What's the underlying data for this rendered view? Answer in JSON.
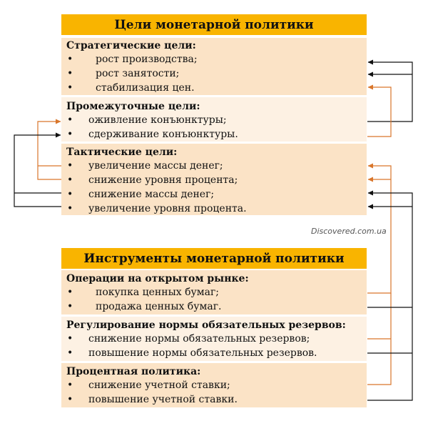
{
  "goals": {
    "title": "Цели монетарной политики",
    "strategic": {
      "title": "Стратегические цели:",
      "items": [
        "рост производства;",
        "рост занятости;",
        "стабилизация цен."
      ]
    },
    "intermediate": {
      "title": "Промежуточные цели:",
      "items": [
        "оживление конъюнктуры;",
        "сдерживание конъюнктуры."
      ]
    },
    "tactical": {
      "title": "Тактические цели:",
      "items": [
        "увеличение массы денег;",
        "снижение уровня процента;",
        "снижение массы денег;",
        "увеличение уровня процента."
      ]
    }
  },
  "watermark": "Discovered.com.ua",
  "instruments": {
    "title": "Инструменты монетарной политики",
    "open_market": {
      "title": "Операции на открытом рынке:",
      "items": [
        "покупка ценных бумаг;",
        "продажа ценных бумаг."
      ]
    },
    "reserves": {
      "title": "Регулирование нормы обязательных резервов:",
      "items": [
        "снижение нормы обязательных резервов;",
        "повышение нормы обязательных резервов."
      ]
    },
    "interest": {
      "title": "Процентная политика:",
      "items": [
        "снижение учетной ставки;",
        "повышение учетной ставки."
      ]
    }
  },
  "bullet": "•",
  "colors": {
    "header": "#f9b400",
    "block_light": "#fbe3c6",
    "block_pale": "#fdf1e3",
    "arrow_black": "#111111",
    "arrow_orange": "#d9762b"
  }
}
